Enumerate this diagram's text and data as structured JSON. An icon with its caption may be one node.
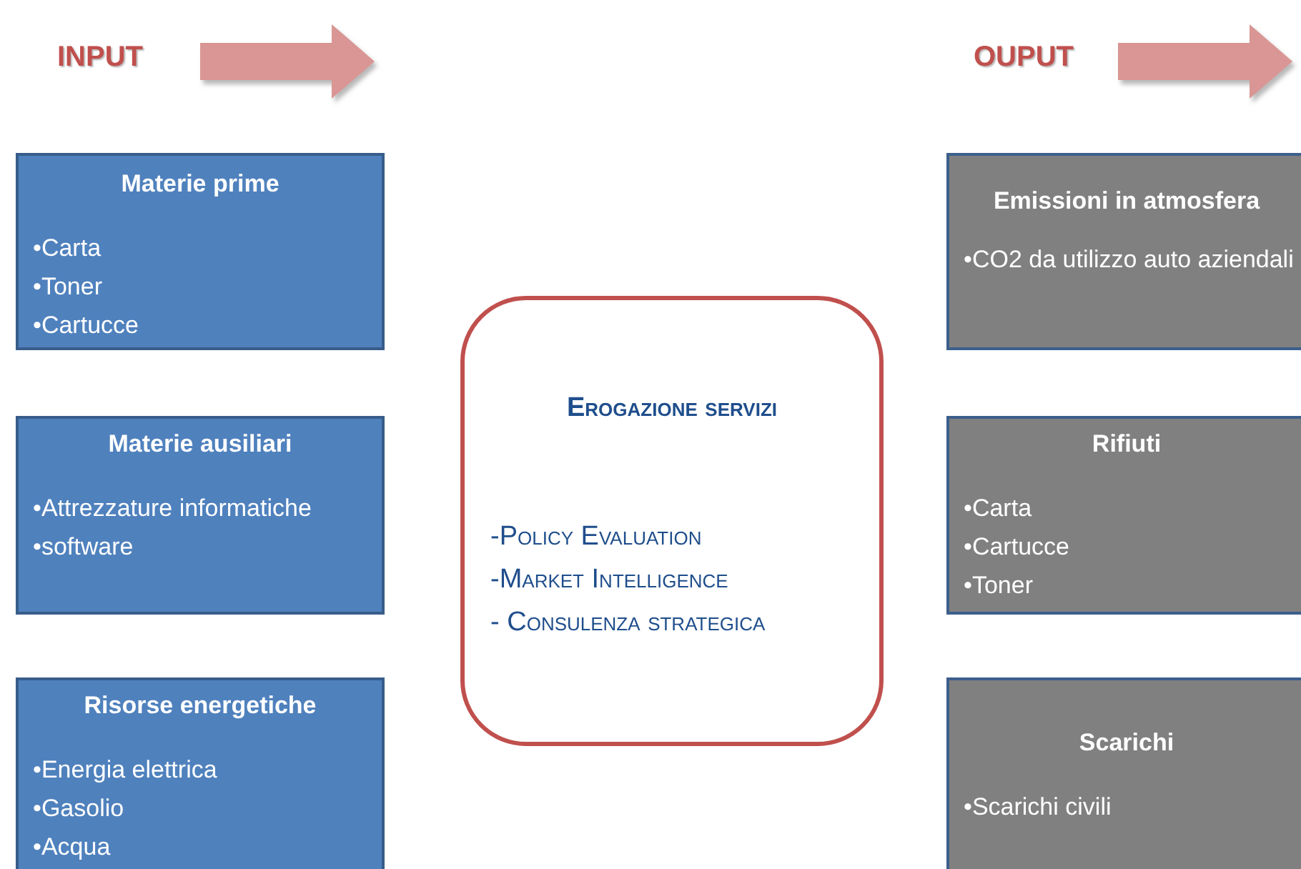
{
  "diagram": {
    "nodes": [
      {
        "text": [
          "**Materie pri**me",
          "•Carta",
          "•Toner",
          "•Cartucce"
        ]
      },
      {
        "text": [
          "Materie ausiliari",
          "•Attrezzature informatiche",
          "•software"
        ]
      },
      {
        "text": [
          "Risorse energetiche",
          "•Energia elettrica",
          "•Gasolio",
          "•Acqua"
        ]
      },
      {
        "text": [
          "Erogazione servizi",
          "-Policy Evaluation",
          "-Market Intelligence",
          "- Consulenza strategica"
        ]
      },
      {
        "text": [
          "Emissioni in atmosfera",
          "•CO2 da utilizzo auto aziendali"
        ]
      },
      {
        "text": [
          "Rifiuti",
          "•Carta",
          "•Cartucce",
          "•Toner"
        ]
      },
      {
        "text": [
          "Scarichi",
          "•Scarichi civili"
        ]
      }
    ],
    "labels": [
      "INPUT",
      "OUPUT"
    ]
  }
}
